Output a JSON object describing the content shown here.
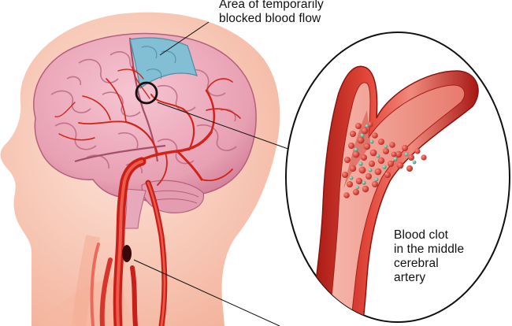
{
  "labels": {
    "blocked_area": [
      "Area of temporarily",
      "blocked blood flow"
    ],
    "clot": [
      "Blood clot",
      "in the middle",
      "cerebral",
      "artery"
    ]
  },
  "colors": {
    "skin": "#f7c5b2",
    "skin_light": "#fde5db",
    "brain": "#e9a0b2",
    "brain_shadow": "#c96a86",
    "blocked_region": "#7fbad0",
    "artery": "#d9261c",
    "artery_dark": "#9c1411",
    "vessel_wall": "#f0a398",
    "clot_red": "#d93a35",
    "clot_green": "#4fa58a",
    "leader_line": "#111111"
  }
}
